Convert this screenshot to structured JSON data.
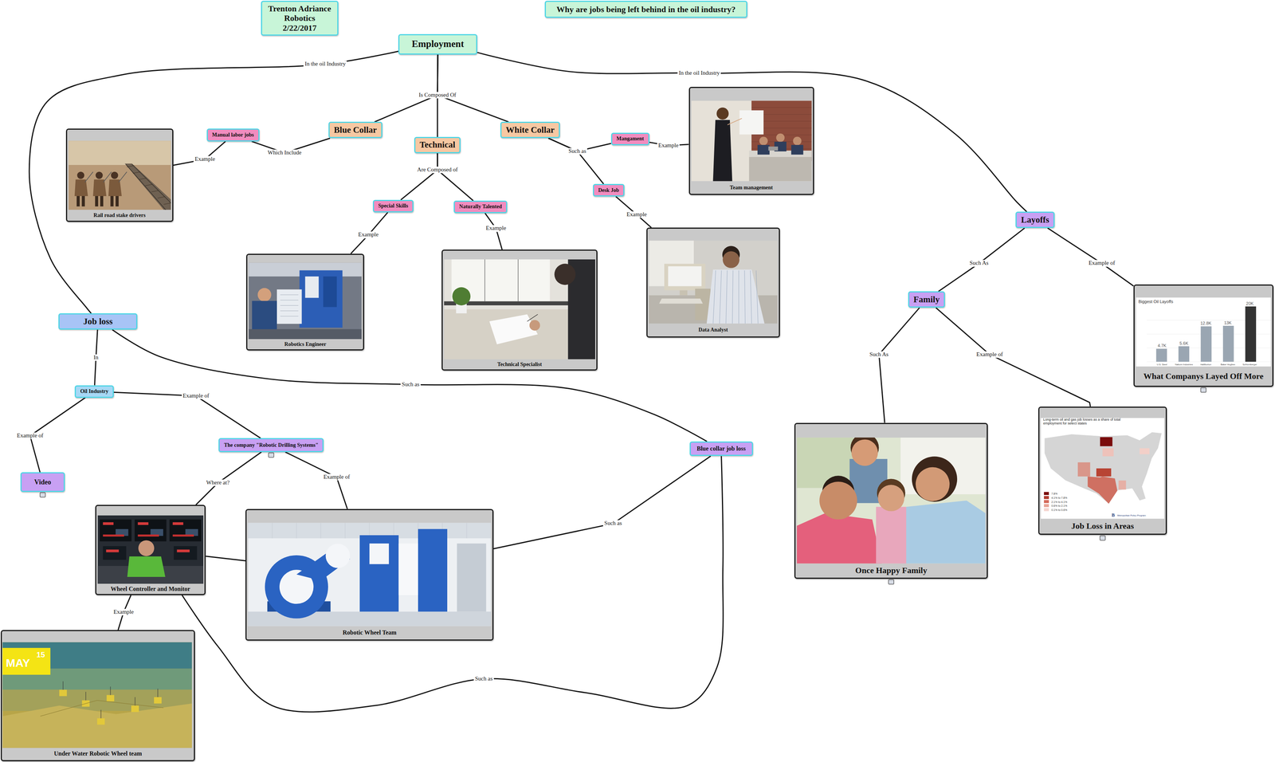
{
  "diagram": {
    "nodes": [
      {
        "text": [
          "Trenton Adriance Robotics 2/22/2017"
        ]
      },
      {
        "text": [
          "Why are jobs being left behind in the oil industry?"
        ]
      },
      {
        "text": [
          "Employment"
        ]
      },
      {
        "text": [
          "Blue Collar"
        ]
      },
      {
        "text": [
          "Technical"
        ]
      },
      {
        "text": [
          "White Collar"
        ]
      },
      {
        "text": [
          "Manual labor jobs"
        ]
      },
      {
        "text": [
          "Mangament"
        ]
      },
      {
        "text": [
          "Special Skills"
        ]
      },
      {
        "text": [
          "Naturally Talented"
        ]
      },
      {
        "text": [
          "Desk Job"
        ]
      },
      {
        "text": [
          "Rail road stake drivers"
        ]
      },
      {
        "text": [
          "Team management"
        ]
      },
      {
        "text": [
          "Robotics Engineer"
        ]
      },
      {
        "text": [
          "Technical Specialist"
        ]
      },
      {
        "text": [
          "Data Analyst"
        ]
      },
      {
        "text": [
          "Layoffs"
        ]
      },
      {
        "text": [
          "Family"
        ]
      },
      {
        "text": [
          "Job loss"
        ]
      },
      {
        "text": [
          "What Companys Layed Off More"
        ]
      },
      {
        "text": [
          "Oil Industry"
        ]
      },
      {
        "text": [
          "Job Loss in Areas"
        ]
      },
      {
        "text": [
          "Once Happy Family"
        ]
      },
      {
        "text": [
          "The company \"Robotic Drilling Systems\""
        ]
      },
      {
        "text": [
          "Blue collar job loss"
        ]
      },
      {
        "text": [
          "Video"
        ]
      },
      {
        "text": [
          "Wheel Controller and Monitor"
        ]
      },
      {
        "text": [
          "Robotic Wheel Team"
        ]
      },
      {
        "text": [
          "Under Water Robotic Wheel team"
        ]
      }
    ],
    "edges": [
      {
        "from": 2,
        "to": 18,
        "label": "In the oil Industry",
        "arrow": "none"
      },
      {
        "from": 2,
        "to": 16,
        "label": "In the oil Industry",
        "arrow": "none"
      },
      {
        "from": 2,
        "to": 3,
        "arrow": "none"
      },
      {
        "from": 2,
        "to": 4,
        "label": "Is Composed Of",
        "arrow": "none"
      },
      {
        "from": 2,
        "to": 5,
        "arrow": "none"
      },
      {
        "from": 3,
        "to": 6,
        "label": "Which Include",
        "arrow": "none"
      },
      {
        "from": 6,
        "to": 11,
        "label": "Example",
        "arrow": "none"
      },
      {
        "from": 4,
        "to": 8,
        "label": "Are Composed of",
        "arrow": "none"
      },
      {
        "from": 4,
        "to": 9,
        "arrow": "none"
      },
      {
        "from": 5,
        "to": 7,
        "label": "Such as",
        "arrow": "none"
      },
      {
        "from": 5,
        "to": 10,
        "arrow": "none"
      },
      {
        "from": 7,
        "to": 12,
        "label": "Example",
        "arrow": "none"
      },
      {
        "from": 10,
        "to": 15,
        "label": "Example",
        "arrow": "none"
      },
      {
        "from": 8,
        "to": 13,
        "label": "Example",
        "arrow": "none"
      },
      {
        "from": 9,
        "to": 14,
        "label": "Example",
        "arrow": "none"
      },
      {
        "from": 16,
        "to": 17,
        "label": "Such As",
        "arrow": "none"
      },
      {
        "from": 16,
        "to": 19,
        "label": "Example of",
        "arrow": "none"
      },
      {
        "from": 17,
        "to": 22,
        "label": "Such As",
        "arrow": "none"
      },
      {
        "from": 17,
        "to": 21,
        "label": "Example of",
        "arrow": "none"
      },
      {
        "from": 18,
        "to": 20,
        "label": "In",
        "arrow": "none"
      },
      {
        "from": 18,
        "to": 24,
        "label": "Such as",
        "arrow": "none"
      },
      {
        "from": 20,
        "to": 25,
        "label": "Example of",
        "arrow": "none"
      },
      {
        "from": 20,
        "to": 23,
        "label": "Example of",
        "arrow": "none"
      },
      {
        "from": 23,
        "to": 26,
        "label": "Where at?",
        "arrow": "none"
      },
      {
        "from": 23,
        "to": 27,
        "label": "Example of",
        "arrow": "none"
      },
      {
        "from": 26,
        "to": 27,
        "arrow": "none"
      },
      {
        "from": 26,
        "to": 28,
        "label": "Example",
        "arrow": "none"
      },
      {
        "from": 24,
        "to": 27,
        "label": "Such as",
        "arrow": "none"
      },
      {
        "from": 24,
        "to": 26,
        "label": "Such as",
        "arrow": "none"
      }
    ],
    "labels": [
      "Biggest Oil Layoffs",
      "4.7K",
      "5.6K",
      "12.8K",
      "13K",
      "20K",
      "U.S. Steel",
      "Nabors Industries",
      "Halliburton",
      "Baker Hughes",
      "Schlumberger",
      "Long-term oil and gas job losses as a share of total employment for select states",
      "7.8%",
      "4.1% to 7.8%",
      "2.1% to 4.1%",
      "0.6% to 2.1%",
      "0.1% to 0.6%",
      "B",
      "Metropolitan Policy Program",
      "MAY",
      "15"
    ]
  }
}
